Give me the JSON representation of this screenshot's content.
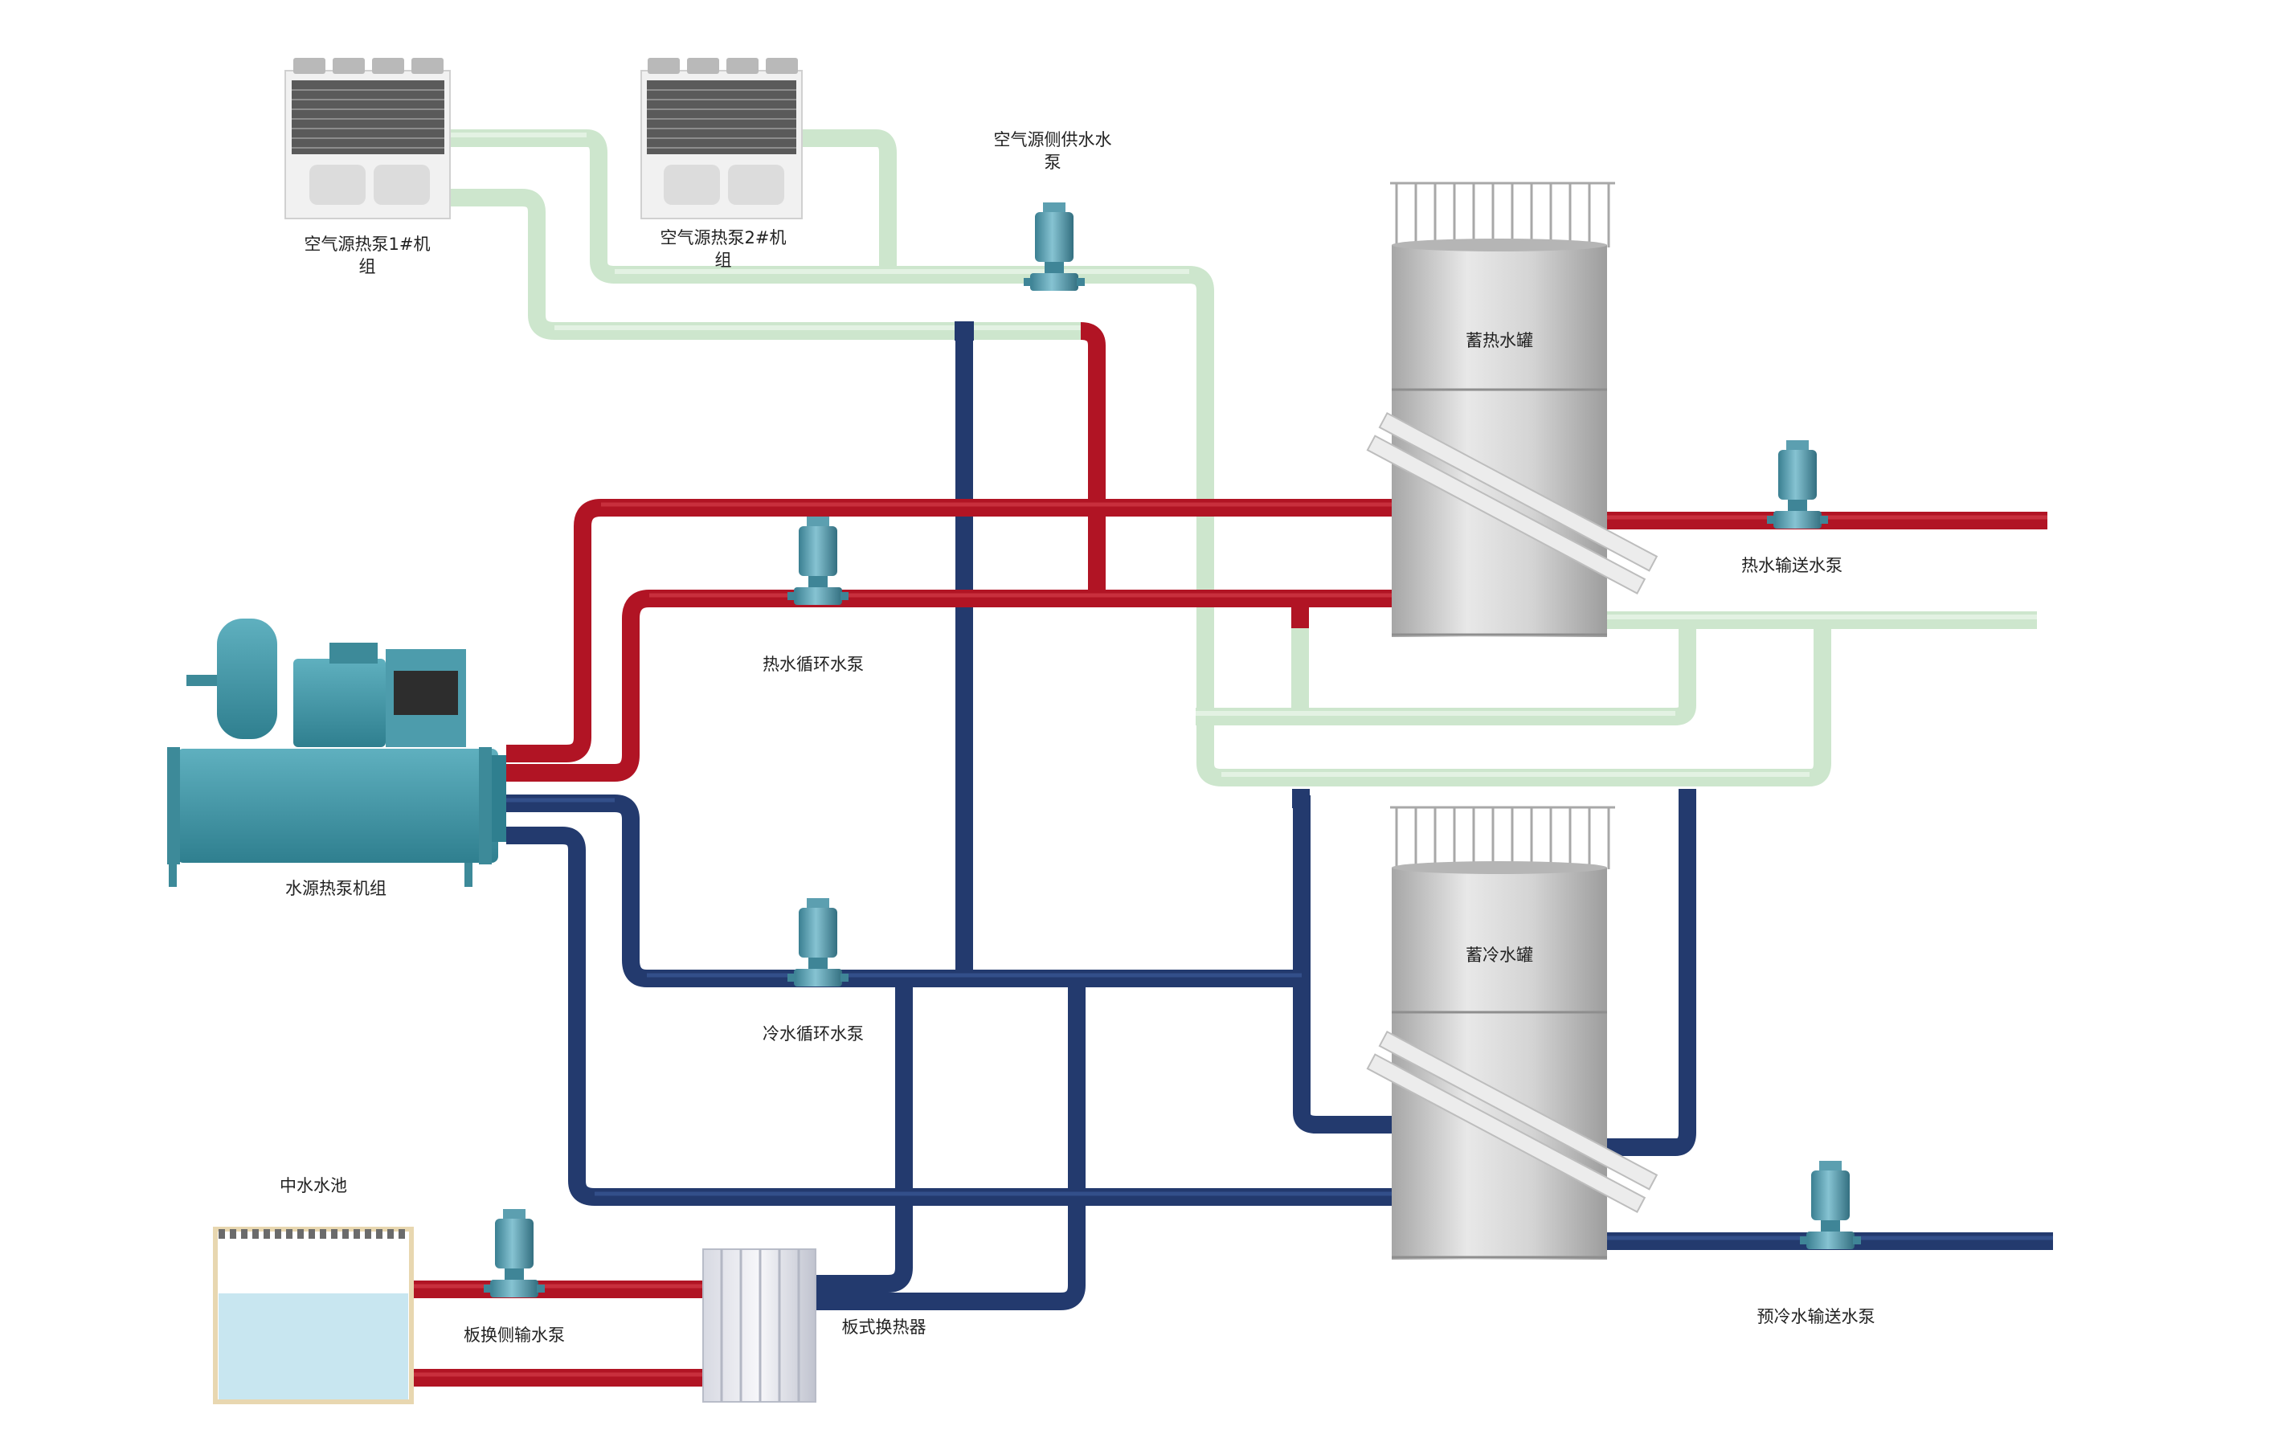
{
  "labels": {
    "air_unit_1": "空气源热泵1#机\n组",
    "air_unit_2": "空气源热泵2#机\n组",
    "air_supply_pump": "空气源侧供水水\n泵",
    "heat_tank": "蓄热水罐",
    "cold_tank": "蓄冷水罐",
    "hot_delivery_pump": "热水输送水泵",
    "hot_circ_pump": "热水循环水泵",
    "water_source_unit": "水源热泵机组",
    "cold_circ_pump": "冷水循环水泵",
    "reclaimed_pool": "中水水池",
    "plate_side_pump": "板换侧输水泵",
    "plate_hx": "板式换热器",
    "precool_pump": "预冷水输送水泵"
  },
  "colors": {
    "hot_pipe": "#b11424",
    "cold_pipe": "#233a6e",
    "source_pipe": "#cde6cd",
    "pump": "#4f9aad",
    "tank": "#c9c9c9",
    "pool_water": "#c8e6f0"
  }
}
